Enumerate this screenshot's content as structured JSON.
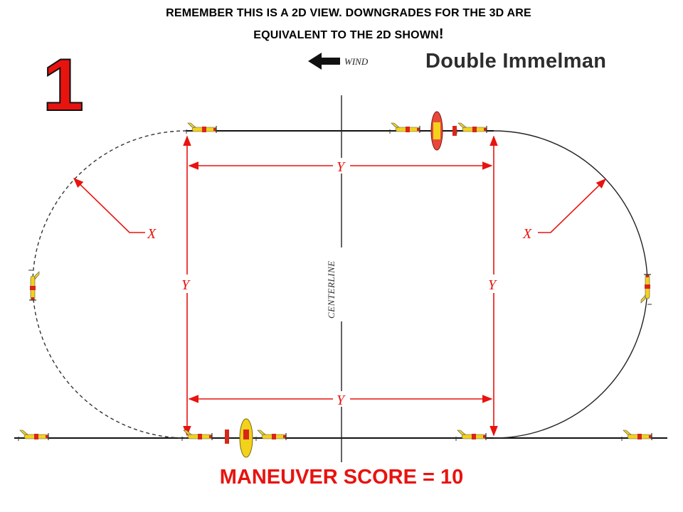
{
  "header": {
    "note_line1": "REMEMBER THIS IS A 2D VIEW. DOWNGRADES FOR THE 3D ARE",
    "note_line2": "EQUIVALENT TO THE 2D SHOWN",
    "note_line2_end": "!"
  },
  "figure_number": "1",
  "maneuver_title": "Double Immelman",
  "wind_label": "WIND",
  "centerline_label": "CENTERLINE",
  "dimension_labels": {
    "x_left": "X",
    "x_right": "X",
    "y_top": "Y",
    "y_left": "Y",
    "y_right": "Y",
    "y_bottom": "Y"
  },
  "score_text": "MANEUVER SCORE = 10",
  "colors": {
    "dimension_red": "#e8130f",
    "flight_path": "#111111",
    "aircraft_yellow": "#f2d21b",
    "aircraft_red": "#d8261a"
  }
}
